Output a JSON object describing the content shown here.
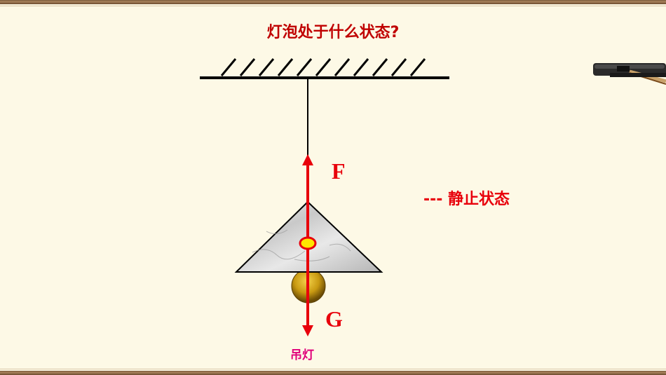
{
  "title": "灯泡处于什么状态?",
  "state_text": "--- 静止状态",
  "forces": {
    "up": "F",
    "down": "G"
  },
  "object_label": "吊灯",
  "colors": {
    "title": "#c00000",
    "force": "#e8000b",
    "object_label": "#e0007a",
    "background": "#fdf9e6"
  }
}
